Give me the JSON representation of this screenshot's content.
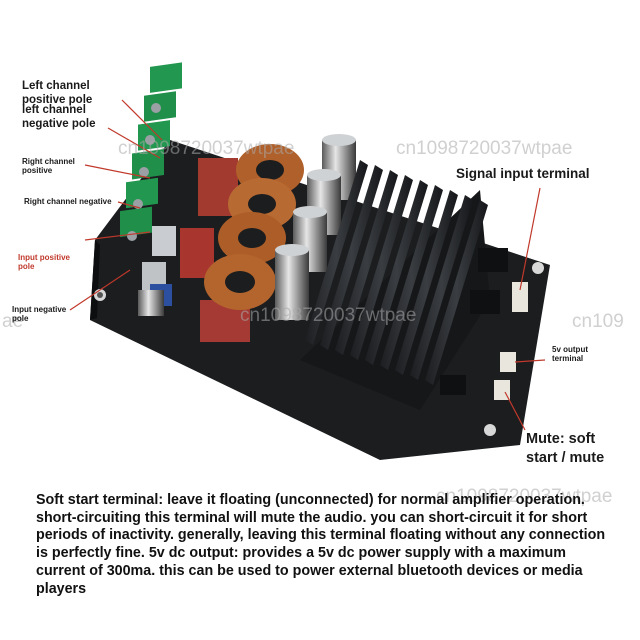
{
  "labels": {
    "left_pos": "Left channel\npositive pole",
    "left_neg": "left channel\nnegative pole",
    "right_pos": "Right channel\npositive",
    "right_neg": "Right channel negative",
    "input_pos": "Input positive\npole",
    "input_neg": "Input negative\npole",
    "signal_input": "Signal input terminal",
    "output_5v": "5v output\nterminal",
    "mute": "Mute: soft\nstart / mute"
  },
  "description": "Soft start terminal: leave it floating (unconnected) for normal amplifier operation. short-circuiting this terminal will mute the audio. you can short-circuit it for short periods of inactivity. generally, leaving this terminal floating without any connection is perfectly fine. 5v dc output: provides a 5v dc power supply with a maximum current of 300ma. this can be used to power external bluetooth devices or media players",
  "watermark": "cn1098720037wtpae",
  "watermark_fragment_left": "ae",
  "watermark_fragment_right": "cn109",
  "colors": {
    "arrow": "#c0392b",
    "pcb": "#1b1d1f",
    "terminal": "#1f8f4a",
    "coil": "#b0602a",
    "heatsink": "#26282b"
  }
}
